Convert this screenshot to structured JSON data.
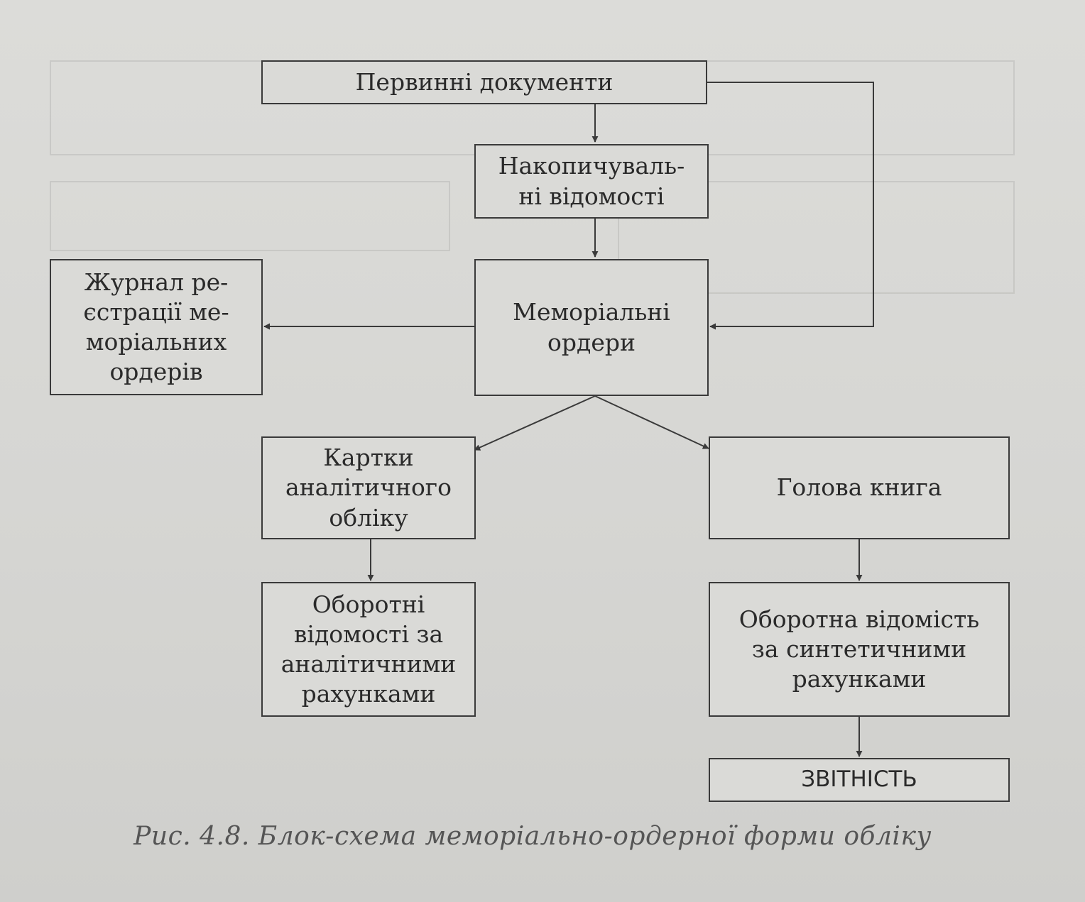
{
  "diagram": {
    "nodes": {
      "primary_docs": "Первинні документи",
      "accum_statements": "Накопичуваль-\nні відомості",
      "memorial_orders": "Меморіальні\nордери",
      "registry_journal": "Журнал ре-\nєстрації ме-\nморіальних\nордерів",
      "analytic_cards": "Картки\nаналітичного\nобліку",
      "general_ledger": "Голова книга",
      "analytic_turnover": "Оборотні\nвідомості за\nаналітичними\nрахунками",
      "synthetic_turnover": "Оборотна відомість\nза синтетичними\nрахунками",
      "reporting": "ЗВІТНІСТЬ"
    },
    "edges": [
      {
        "from": "primary_docs",
        "to": "accum_statements"
      },
      {
        "from": "accum_statements",
        "to": "memorial_orders"
      },
      {
        "from": "primary_docs",
        "to": "memorial_orders"
      },
      {
        "from": "memorial_orders",
        "to": "registry_journal"
      },
      {
        "from": "memorial_orders",
        "to": "analytic_cards"
      },
      {
        "from": "memorial_orders",
        "to": "general_ledger"
      },
      {
        "from": "analytic_cards",
        "to": "analytic_turnover"
      },
      {
        "from": "general_ledger",
        "to": "synthetic_turnover"
      },
      {
        "from": "synthetic_turnover",
        "to": "reporting"
      }
    ]
  },
  "caption": "Рис. 4.8. Блок-схема меморіально-ордерної форми обліку"
}
